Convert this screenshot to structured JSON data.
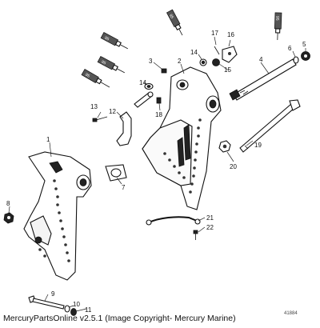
{
  "footer": {
    "text": "MercuryPartsOnline v2.5.1 (Image Copyright- Mercury Marine)"
  },
  "drawing_id": "41884",
  "callouts": [
    {
      "id": "c1",
      "label": "1"
    },
    {
      "id": "c2",
      "label": "2"
    },
    {
      "id": "c3",
      "label": "3"
    },
    {
      "id": "c4",
      "label": "4"
    },
    {
      "id": "c5",
      "label": "5"
    },
    {
      "id": "c6",
      "label": "6"
    },
    {
      "id": "c7",
      "label": "7"
    },
    {
      "id": "c8",
      "label": "8"
    },
    {
      "id": "c9",
      "label": "9"
    },
    {
      "id": "c10",
      "label": "10"
    },
    {
      "id": "c11",
      "label": "11"
    },
    {
      "id": "c12",
      "label": "12"
    },
    {
      "id": "c13",
      "label": "13"
    },
    {
      "id": "c14a",
      "label": "14"
    },
    {
      "id": "c14b",
      "label": "14"
    },
    {
      "id": "c15",
      "label": "15"
    },
    {
      "id": "c16",
      "label": "16"
    },
    {
      "id": "c17",
      "label": "17"
    },
    {
      "id": "c18",
      "label": "18"
    },
    {
      "id": "c19",
      "label": "19"
    },
    {
      "id": "c20",
      "label": "20"
    },
    {
      "id": "c21",
      "label": "21"
    },
    {
      "id": "c22",
      "label": "22"
    }
  ],
  "grease_tube_label": "95"
}
